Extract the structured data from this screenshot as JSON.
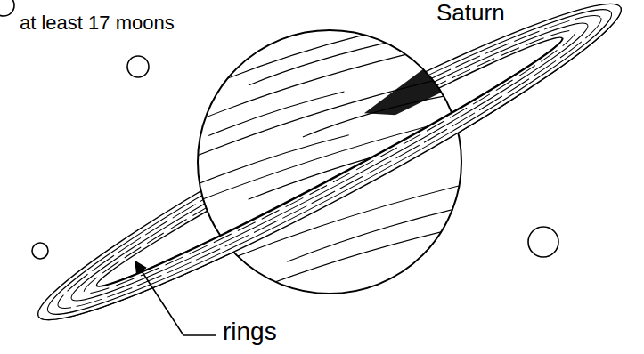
{
  "diagram": {
    "title": "Saturn",
    "labels": [
      "at least 17 moons",
      "rings"
    ]
  }
}
